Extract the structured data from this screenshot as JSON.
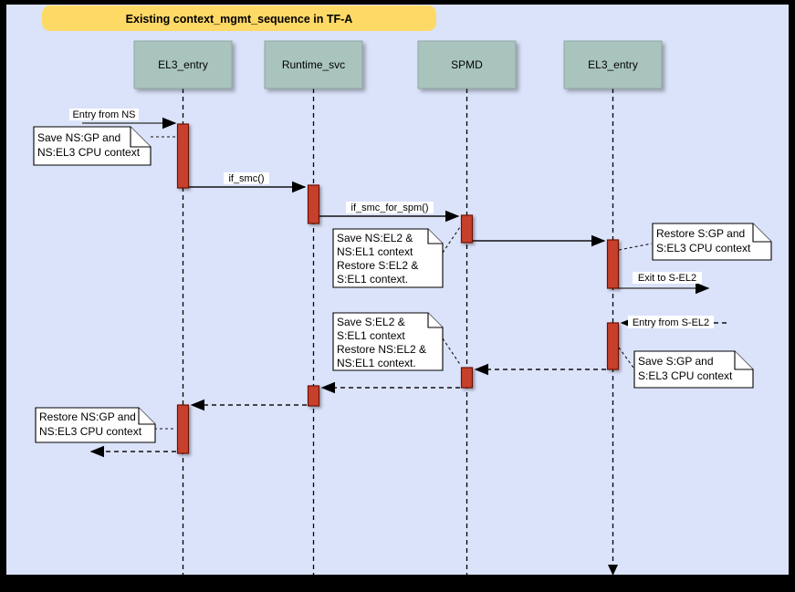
{
  "title": "Existing context_mgmt_sequence in TF-A",
  "lifelines": [
    {
      "label": "EL3_entry"
    },
    {
      "label": "Runtime_svc"
    },
    {
      "label": "SPMD"
    },
    {
      "label": "EL3_entry"
    }
  ],
  "messages": {
    "entry_from_ns": {
      "label": "Entry from NS",
      "style": "solid"
    },
    "if_smc": {
      "label": "if_smc()",
      "style": "solid"
    },
    "if_smc_for_spm": {
      "label": "if_smc_for_spm()",
      "style": "solid"
    },
    "exit_to_sel2": {
      "label": "Exit to S-EL2",
      "style": "solid"
    },
    "entry_from_sel2": {
      "label": "Entry from S-EL2",
      "style": "dashed"
    }
  },
  "notes": {
    "n1": {
      "lines": [
        "Save NS:GP and",
        "NS:EL3 CPU context"
      ]
    },
    "n2": {
      "lines": [
        "Save NS:EL2 &",
        "NS:EL1 context",
        "Restore S:EL2 &",
        "S:EL1 context."
      ]
    },
    "n3": {
      "lines": [
        "Restore S:GP and",
        "S:EL3 CPU context"
      ]
    },
    "n4": {
      "lines": [
        "Save S:GP and",
        "S:EL3 CPU context"
      ]
    },
    "n5": {
      "lines": [
        "Save S:EL2 &",
        "S:EL1 context",
        "Restore NS:EL2 &",
        "NS:EL1 context."
      ]
    },
    "n6": {
      "lines": [
        "Restore NS:GP and",
        "NS:EL3 CPU context"
      ]
    }
  },
  "colors": {
    "frame": "#000000",
    "background": "#dbe3fa",
    "title-bg": "#ffd966",
    "head-bg": "#a9c4bd",
    "head-border": "#8fa8a3",
    "bar-fill": "#c6402c",
    "bar-border": "#6e1104",
    "note-bg": "#ffffff",
    "line": "#000000"
  }
}
